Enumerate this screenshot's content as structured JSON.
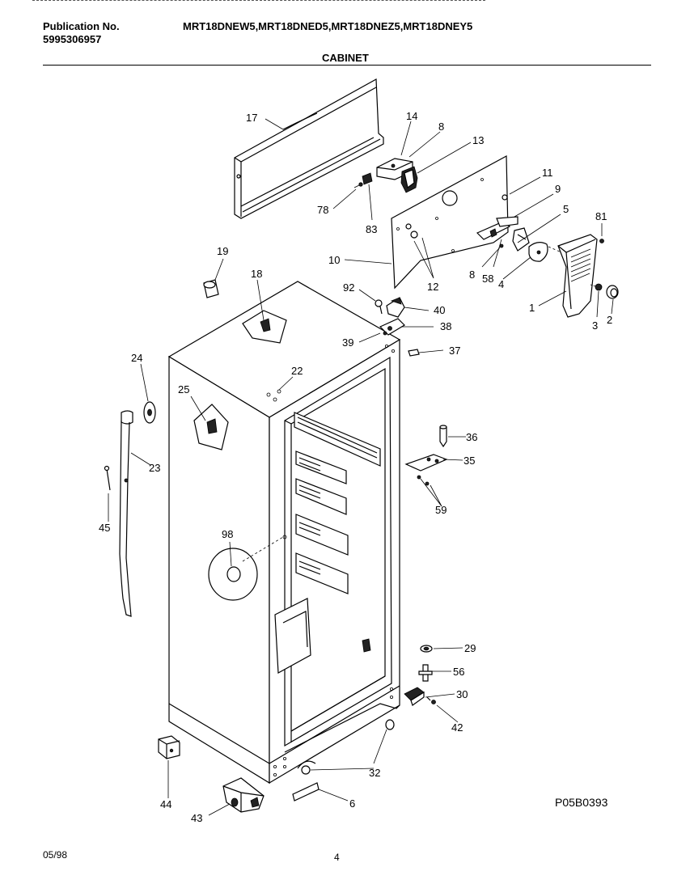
{
  "header": {
    "publication_label": "Publication No.",
    "publication_number": "5995306957",
    "models": "MRT18DNEW5,MRT18DNED5,MRT18DNEZ5,MRT18DNEY5",
    "section_title": "CABINET"
  },
  "footer": {
    "date": "05/98",
    "page": "4",
    "diagram_code": "P05B0393"
  },
  "callouts": [
    "17",
    "14",
    "8",
    "13",
    "11",
    "9",
    "5",
    "81",
    "78",
    "83",
    "10",
    "12",
    "8",
    "58",
    "4",
    "1",
    "3",
    "2",
    "19",
    "18",
    "92",
    "40",
    "38",
    "39",
    "37",
    "24",
    "25",
    "22",
    "23",
    "45",
    "98",
    "36",
    "35",
    "59",
    "29",
    "56",
    "30",
    "42",
    "32",
    "6",
    "44",
    "43"
  ]
}
